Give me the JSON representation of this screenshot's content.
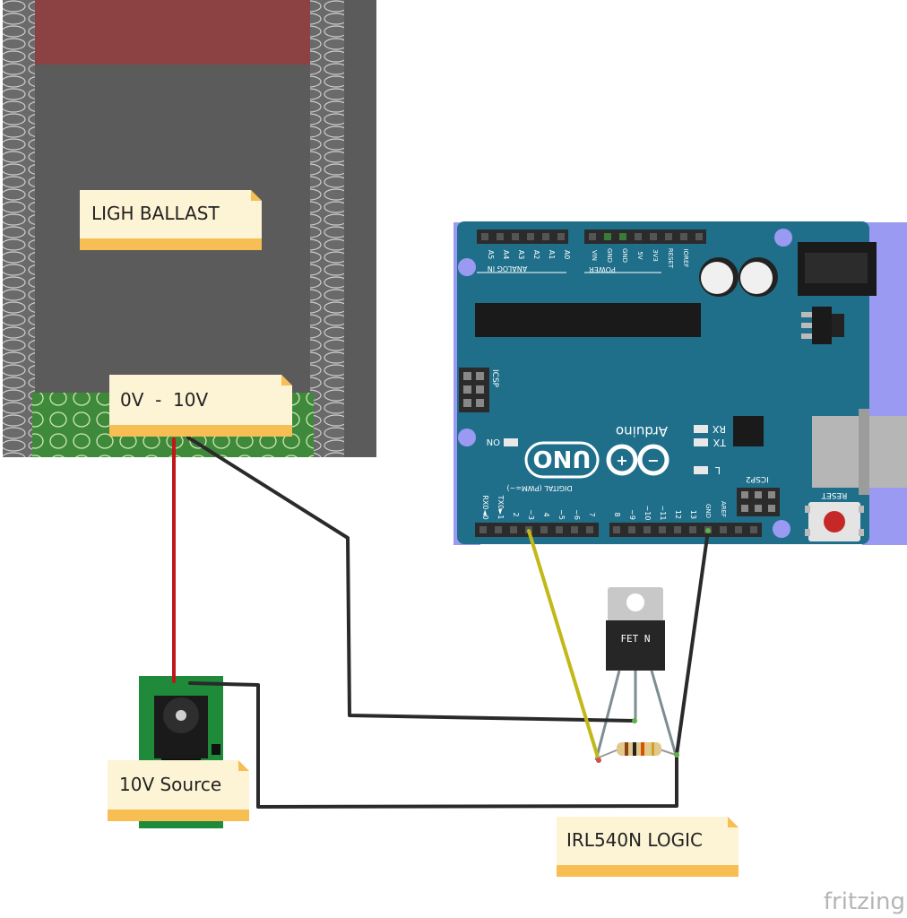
{
  "notes": {
    "ballast": "LIGH BALLAST",
    "control": "0V  -  10V",
    "source": "10V Source",
    "mosfet": "IRL540N LOGIC"
  },
  "arduino": {
    "brand": "Arduino",
    "model": "UNO",
    "analog_pins": [
      "A5",
      "A4",
      "A3",
      "A2",
      "A1",
      "A0"
    ],
    "analog_label": "ANALOG IN",
    "power_pins": [
      "VIN",
      "GND",
      "GND",
      "5V",
      "3V3",
      "RESET",
      "IOREF"
    ],
    "power_label": "POWER",
    "digital_low": [
      "RX0◄0",
      "TX0►1",
      "2",
      "~3",
      "4",
      "~5",
      "~6",
      "7"
    ],
    "digital_high": [
      "8",
      "~9",
      "~10",
      "~11",
      "12",
      "13",
      "GND",
      "AREF"
    ],
    "digital_label": "DIGITAL (PWM=~)",
    "icsp": "ICSP",
    "icsp2": "ICSP2",
    "led_rx": "RX",
    "led_tx": "TX",
    "led_l": "L",
    "led_on": "ON",
    "reset": "RESET"
  },
  "mosfet_marking": "FET N",
  "watermark": "fritzing",
  "colors": {
    "board": "#1f6f8b",
    "ballast_body": "#5b5b5b",
    "ballast_top": "#8c4242",
    "note": "#fdf3d5",
    "note_band": "#f6be53",
    "wire_red": "#c01818",
    "wire_black": "#2a2a2a",
    "wire_yellow": "#c2b817"
  }
}
